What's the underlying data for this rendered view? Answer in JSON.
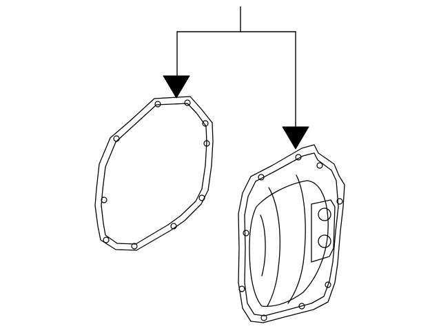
{
  "diagram": {
    "colors": {
      "stroke": "#000000",
      "background": "#ffffff"
    },
    "parts": [
      {
        "id": "gasket",
        "icon": "gasket-outline"
      },
      {
        "id": "cover",
        "icon": "differential-cover-outline"
      }
    ],
    "callout": {
      "type": "leader-bracket",
      "targets": [
        "gasket",
        "cover"
      ]
    }
  }
}
